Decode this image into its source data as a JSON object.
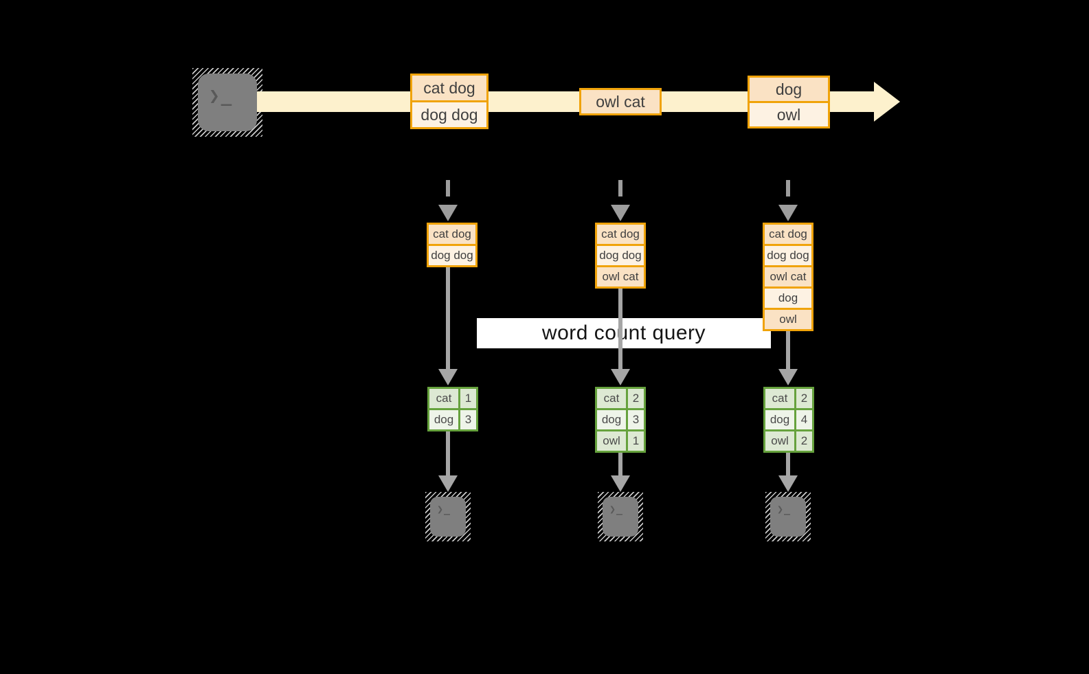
{
  "icons": {
    "terminal_prompt": "❯_"
  },
  "stream": {
    "events": [
      {
        "items": [
          "cat dog",
          "dog dog"
        ]
      },
      {
        "items": [
          "owl cat"
        ]
      },
      {
        "items": [
          "dog",
          "owl"
        ]
      }
    ]
  },
  "query_label": "word count query",
  "columns": [
    {
      "buffer": [
        "cat dog",
        "dog dog"
      ],
      "counts": [
        {
          "word": "cat",
          "value": "1"
        },
        {
          "word": "dog",
          "value": "3"
        }
      ]
    },
    {
      "buffer": [
        "cat dog",
        "dog dog",
        "owl cat"
      ],
      "counts": [
        {
          "word": "cat",
          "value": "2"
        },
        {
          "word": "dog",
          "value": "3"
        },
        {
          "word": "owl",
          "value": "1"
        }
      ]
    },
    {
      "buffer": [
        "cat dog",
        "dog dog",
        "owl cat",
        "dog",
        "owl"
      ],
      "counts": [
        {
          "word": "cat",
          "value": "2"
        },
        {
          "word": "dog",
          "value": "4"
        },
        {
          "word": "owl",
          "value": "2"
        }
      ]
    }
  ],
  "colors": {
    "background": "#000000",
    "event_border": "#f0a30a",
    "event_fill_dark": "#fae2c4",
    "event_fill_light": "#fdf2e3",
    "stream": "#fdf1cd",
    "table_border": "#66a23d",
    "table_fill_dark": "#dde9d3",
    "table_fill_light": "#eef4e9",
    "arrow": "#a6a6a6",
    "terminal": "#7f7f7f",
    "query_background": "#ffffff"
  }
}
